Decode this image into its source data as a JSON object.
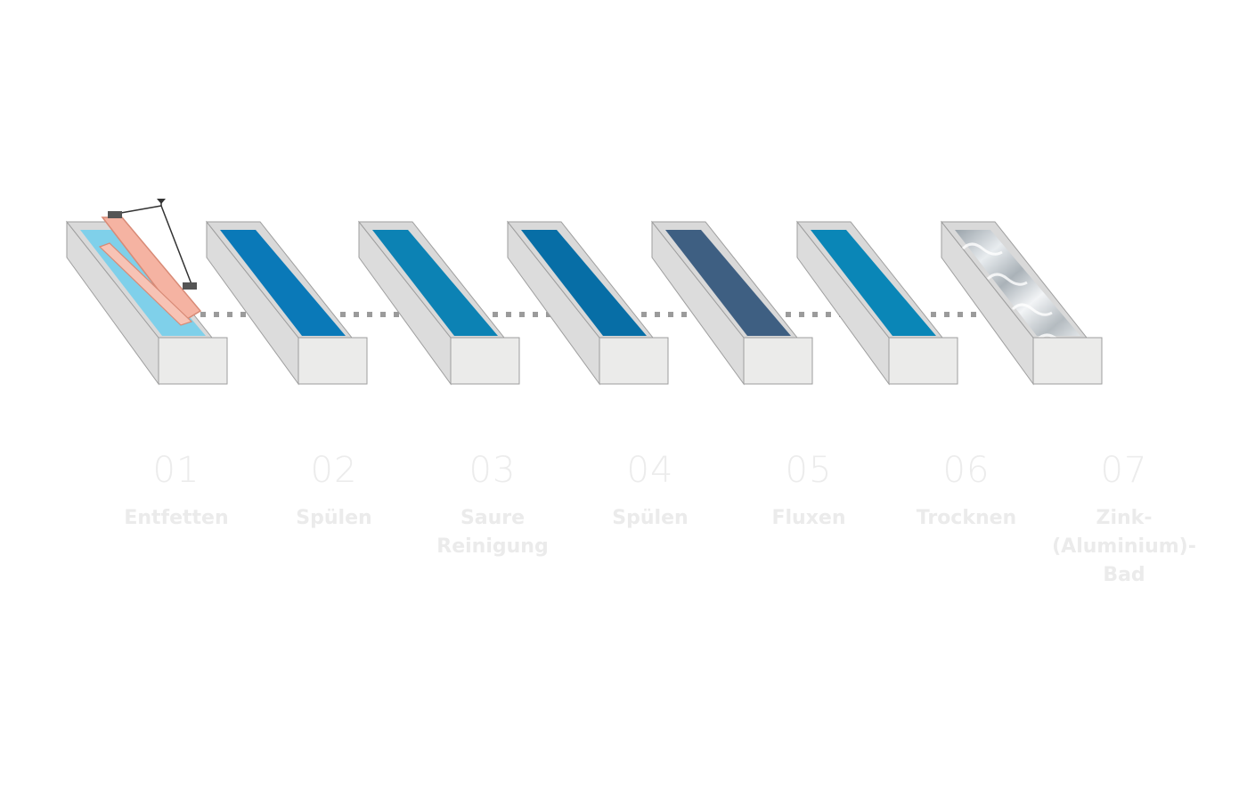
{
  "steps": [
    {
      "number": "01",
      "label": "Entfetten",
      "fill": "#7fd0ea",
      "kind": "degrease"
    },
    {
      "number": "02",
      "label": "Spülen",
      "fill": "#0a79b8",
      "kind": "liquid"
    },
    {
      "number": "03",
      "label": "Saure\nReinigung",
      "fill": "#0c82b4",
      "kind": "liquid"
    },
    {
      "number": "04",
      "label": "Spülen",
      "fill": "#076ea6",
      "kind": "liquid"
    },
    {
      "number": "05",
      "label": "Fluxen",
      "fill": "#3e5f82",
      "kind": "liquid"
    },
    {
      "number": "06",
      "label": "Trocknen",
      "fill": "#0a86b7",
      "kind": "liquid"
    },
    {
      "number": "07",
      "label": "Zink-\n(Aluminium)-\nBad",
      "fill": "#c9ced2",
      "kind": "zinc"
    }
  ],
  "colors": {
    "tank_top_rim": "#d9d9d9",
    "tank_side": "#dcdcdc",
    "tank_front": "#ebebea",
    "tank_edge": "#9e9e9e",
    "connector": "#9b9b9b",
    "workpiece": "#f5b3a2",
    "workpiece_edge": "#d88a76",
    "text_faded": "#ececec"
  }
}
